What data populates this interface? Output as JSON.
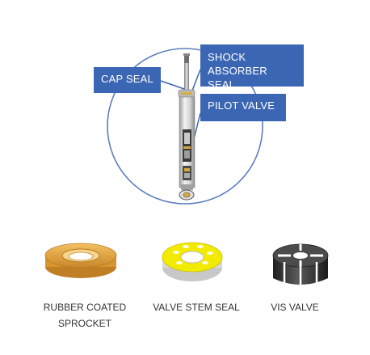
{
  "diagram": {
    "callouts": {
      "cap_seal": "CAP SEAL",
      "shock_absorber_seal": "SHOCK\nABSORBER SEAL",
      "pilot_valve": "PILOT VALVE"
    },
    "products": [
      {
        "label": "RUBBER  COATED\nSPROCKET",
        "icon": "rubber-coated-sprocket"
      },
      {
        "label": "VALVE STEM SEAL",
        "icon": "valve-stem-seal"
      },
      {
        "label": "VIS VALVE",
        "icon": "vis-valve"
      }
    ]
  },
  "colors": {
    "callout_bg": "#3b66b3",
    "circle_stroke": "#5b7fc0",
    "sprocket": "#e0a33a",
    "valve_stem_seal": "#f2ea00",
    "vis_valve": "#2e2e2e"
  }
}
